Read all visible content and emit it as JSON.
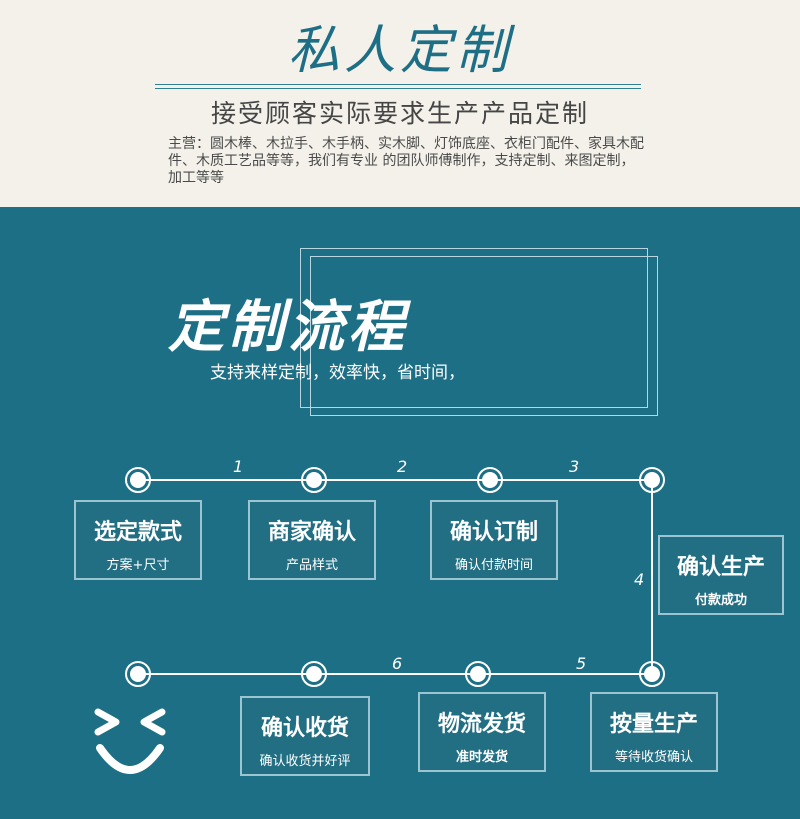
{
  "header": {
    "title": "私人定制",
    "subtitle": "接受顾客实际要求生产产品定制",
    "description": "主营：圆木棒、木拉手、木手柄、实木脚、灯饰底座、衣柜门配件、家具木配件、木质工艺品等等，我们有专业 的团队师傅制作，支持定制、来图定制，加工等等"
  },
  "process": {
    "title": "定制流程",
    "subtitle": "支持来样定制，效率快，省时间，"
  },
  "step_numbers": [
    "1",
    "2",
    "3",
    "4",
    "5",
    "6"
  ],
  "steps": [
    {
      "title": "选定款式",
      "sub": "方案+尺寸"
    },
    {
      "title": "商家确认",
      "sub": "产品样式"
    },
    {
      "title": "确认订制",
      "sub": "确认付款时间"
    },
    {
      "title": "确认生产",
      "sub": "付款成功"
    },
    {
      "title": "按量生产",
      "sub": "等待收货确认"
    },
    {
      "title": "物流发货",
      "sub": "准时发货"
    },
    {
      "title": "确认收货",
      "sub": "确认收货并好评"
    }
  ],
  "colors": {
    "teal_background": "#1d6f85",
    "cream_background": "#f3f1e9",
    "title_teal": "#1e6f86"
  },
  "icons": [
    "node-icon",
    "smiley-icon"
  ]
}
